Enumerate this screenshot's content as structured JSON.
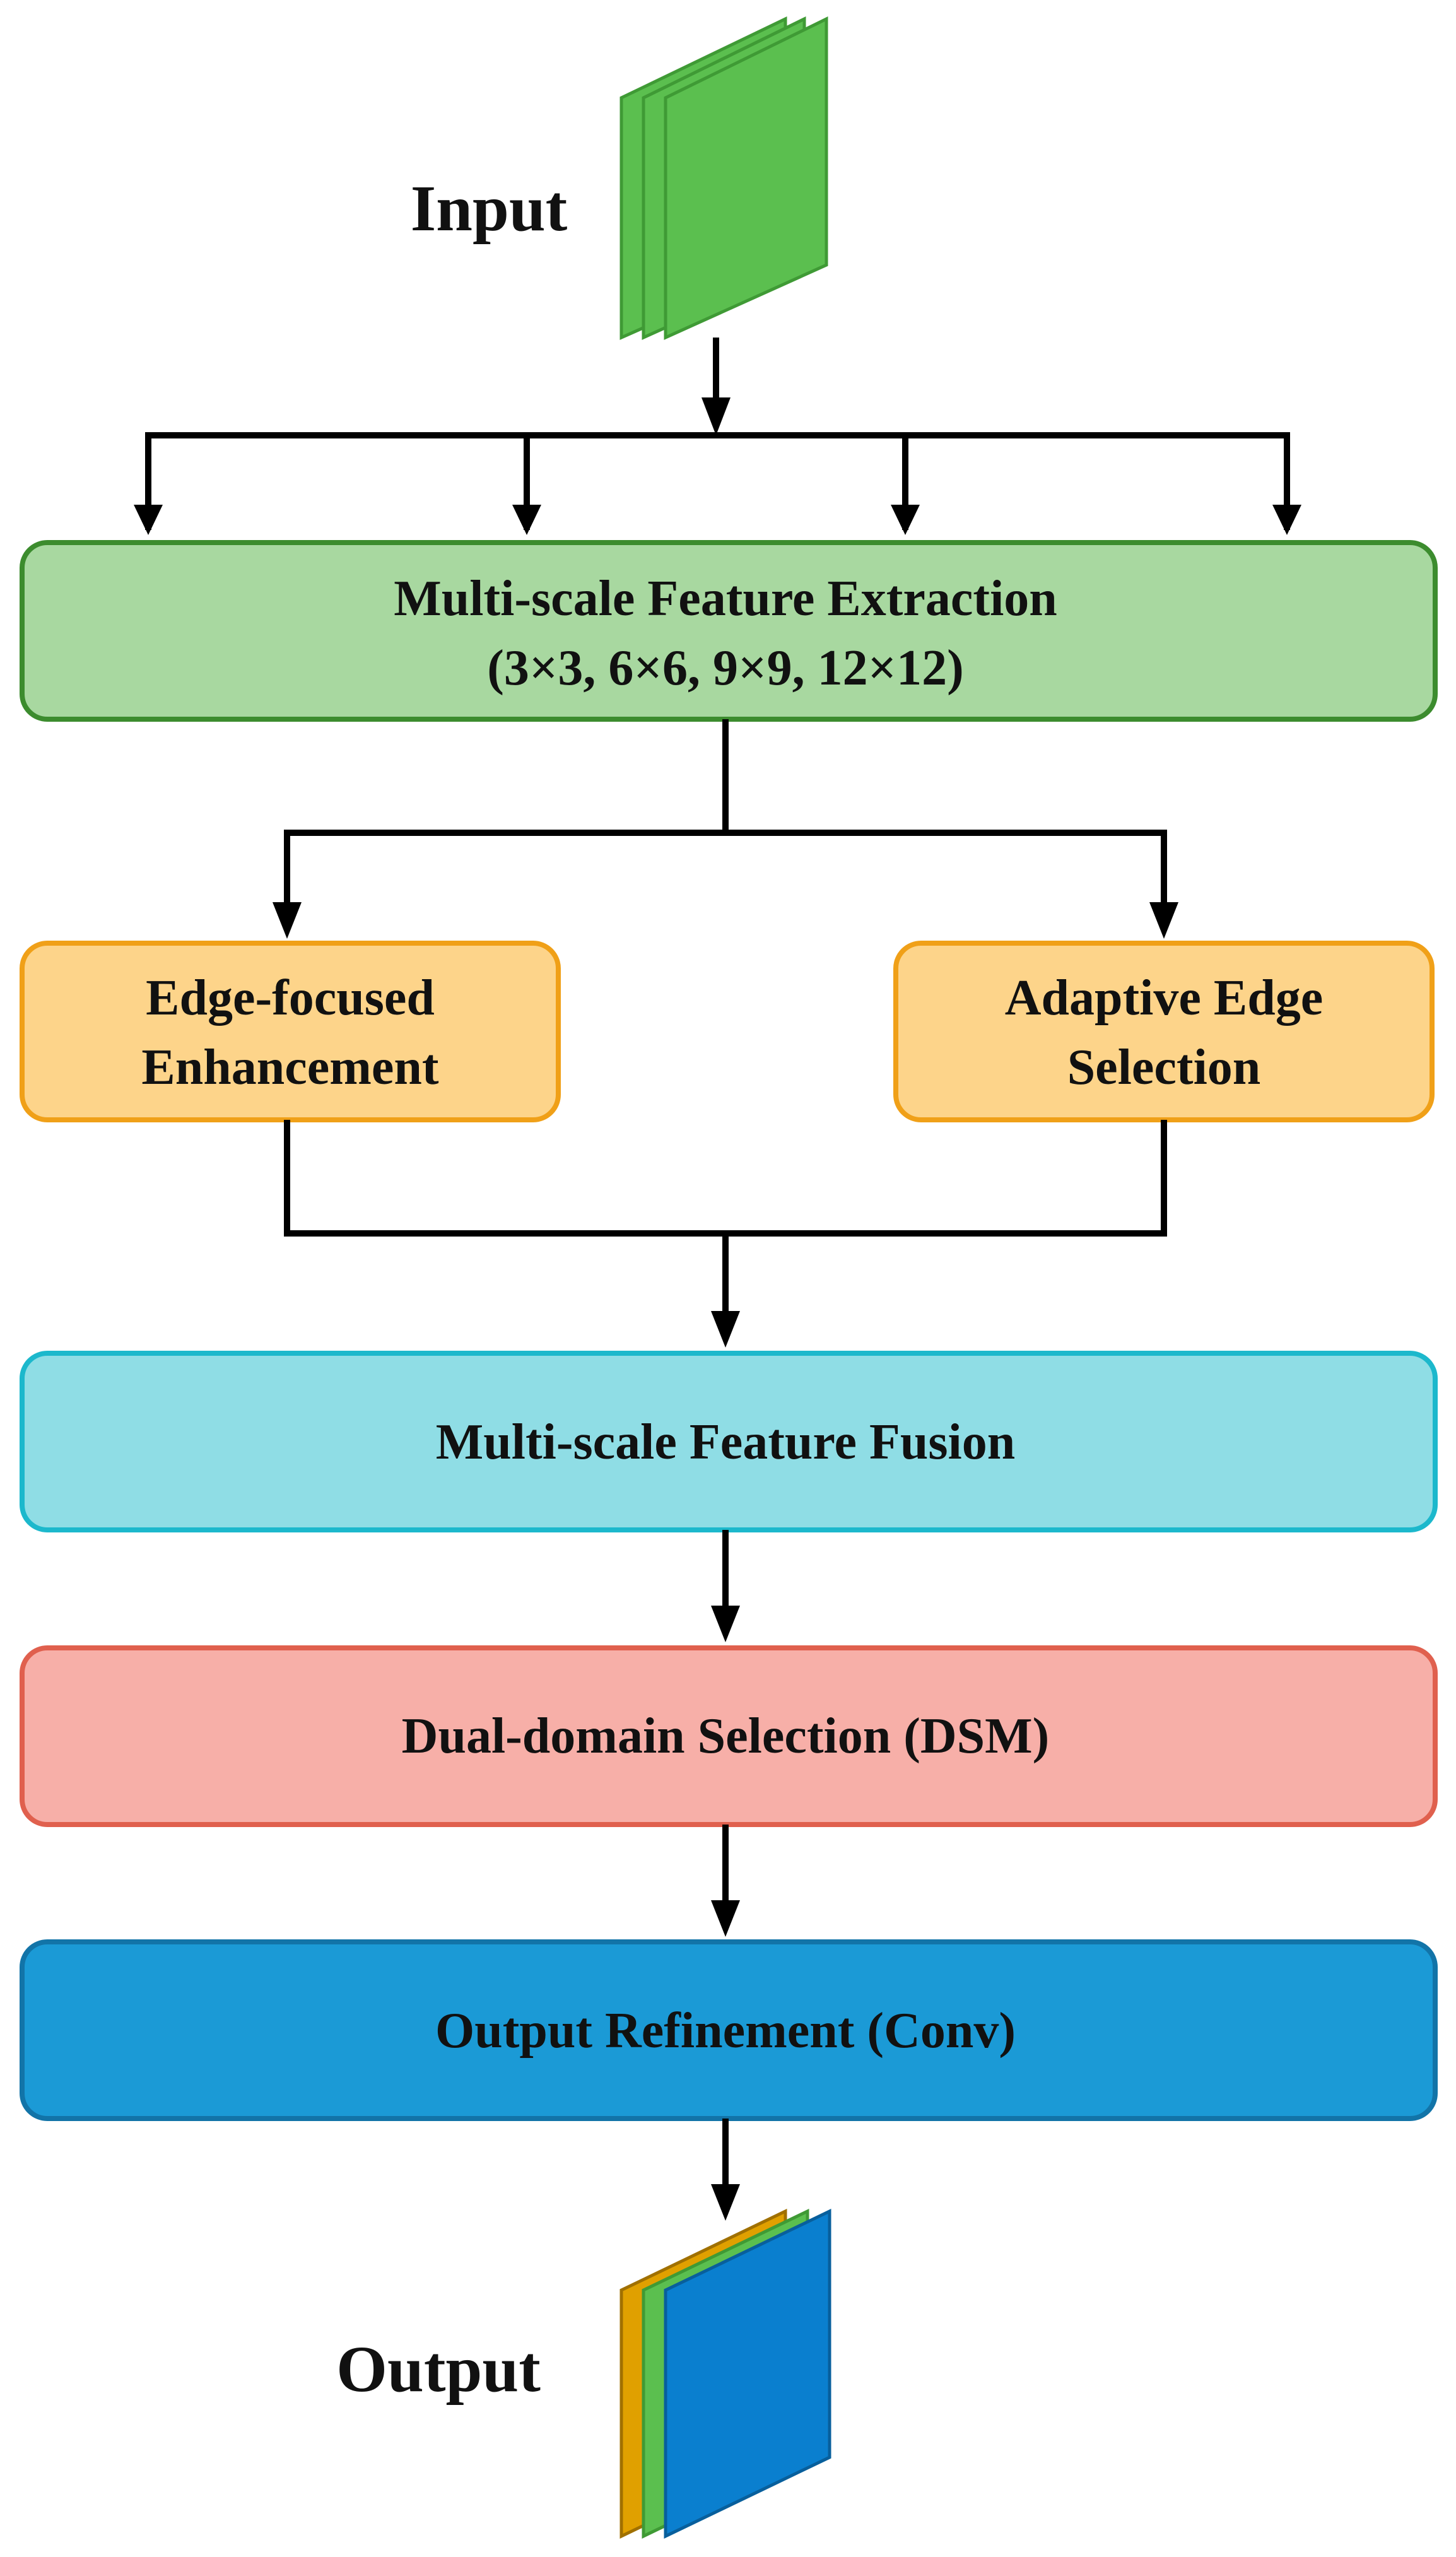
{
  "input": {
    "label": "Input"
  },
  "output": {
    "label": "Output"
  },
  "blocks": {
    "extraction": {
      "line1": "Multi-scale Feature Extraction",
      "line2": "(3×3, 6×6, 9×9, 12×12)"
    },
    "edge_enhancement": {
      "line1": "Edge-focused",
      "line2": "Enhancement"
    },
    "edge_selection": {
      "line1": "Adaptive Edge",
      "line2": "Selection"
    },
    "fusion": {
      "label": "Multi-scale Feature Fusion"
    },
    "dsm": {
      "label": "Dual-domain Selection (DSM)"
    },
    "refinement": {
      "label": "Output Refinement (Conv)"
    }
  },
  "colors": {
    "input_sheet": "#5bbf4f",
    "input_sheet_edge": "#3f9a35",
    "extraction_fill": "#a8d8a0",
    "extraction_stroke": "#3c8c2e",
    "edge_fill": "#fdd48a",
    "edge_stroke": "#f0a018",
    "fusion_fill": "#8fdde5",
    "fusion_stroke": "#1cb8cc",
    "dsm_fill": "#f7afa8",
    "dsm_stroke": "#e0604e",
    "refine_fill": "#1b9ad6",
    "refine_stroke": "#1274a8",
    "out_sheet_1": "#e0a000",
    "out_sheet_2": "#5bbf4f",
    "out_sheet_3": "#0a7fcf"
  }
}
